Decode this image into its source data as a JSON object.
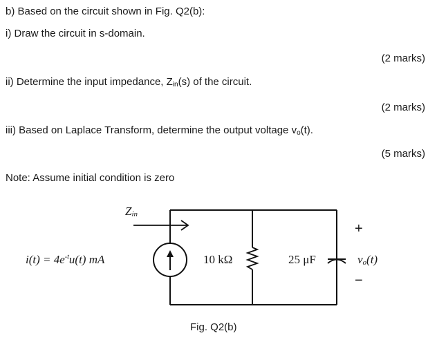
{
  "question": {
    "header": "b) Based on the circuit shown in Fig. Q2(b):",
    "parts": [
      {
        "label": "i) Draw the circuit in s-domain.",
        "marks": "(2 marks)"
      },
      {
        "label_pre": "ii) Determine the input impedance, Z",
        "label_sub": "in",
        "label_post": "(s) of the circuit.",
        "marks": "(2 marks)"
      },
      {
        "label_pre": "iii) Based on Laplace Transform, determine the output voltage v",
        "label_sub": "o",
        "label_post": "(t).",
        "marks": "(5 marks)"
      }
    ],
    "note": "Note: Assume initial condition is zero"
  },
  "figure": {
    "caption": "Fig. Q2(b)",
    "zin_label": "Z",
    "zin_sub": "in",
    "source_label": "i(t) = 4e",
    "source_exp": "-t",
    "source_label_post": "u(t) mA",
    "resistor_label": "10 kΩ",
    "capacitor_label": "25 μF",
    "vo_label": "v",
    "vo_sub": "o",
    "vo_post": "(t)",
    "plus": "+",
    "minus": "−"
  }
}
